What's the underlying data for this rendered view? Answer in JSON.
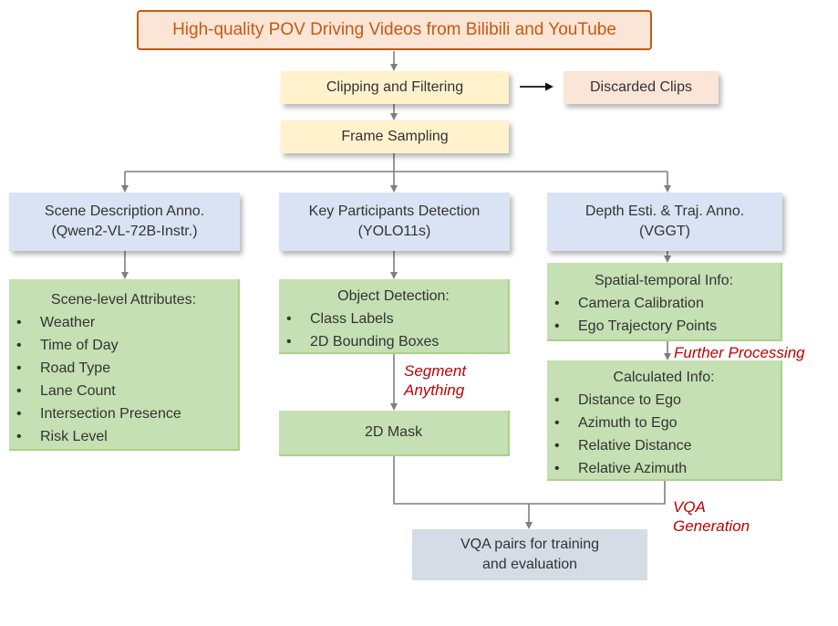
{
  "source_box": "High-quality POV Driving Videos from Bilibili and YouTube",
  "clipping": "Clipping and Filtering",
  "discarded": "Discarded Clips",
  "frame_sampling": "Frame Sampling",
  "branches": {
    "scene": {
      "line1": "Scene Description Anno.",
      "line2": "(Qwen2-VL-72B-Instr.)"
    },
    "participants": {
      "line1": "Key Participants Detection",
      "line2": "(YOLO11s)"
    },
    "depth": {
      "line1": "Depth Esti. & Traj. Anno.",
      "line2": "(VGGT)"
    }
  },
  "scene_attributes": {
    "title": "Scene-level Attributes:",
    "items": [
      "Weather",
      "Time of Day",
      "Road Type",
      "Lane Count",
      "Intersection Presence",
      "Risk Level"
    ]
  },
  "object_detection": {
    "title": "Object Detection:",
    "items": [
      "Class Labels",
      "2D Bounding Boxes"
    ]
  },
  "spatial_info": {
    "title": "Spatial-temporal Info:",
    "items": [
      "Camera Calibration",
      "Ego Trajectory Points"
    ]
  },
  "calculated_info": {
    "title": "Calculated Info:",
    "items": [
      "Distance to Ego",
      "Azimuth to Ego",
      "Relative Distance",
      "Relative Azimuth"
    ]
  },
  "mask_box": "2D Mask",
  "labels": {
    "segment_line1": "Segment",
    "segment_line2": "Anything",
    "further": "Further Processing",
    "vqa_line1": "VQA",
    "vqa_line2": "Generation"
  },
  "final_box": {
    "line1": "VQA pairs for training",
    "line2": "and evaluation"
  },
  "colors": {
    "accent_orange": "#c55a11",
    "label_red": "#c00000",
    "arrow_gray": "#7f7f7f"
  }
}
